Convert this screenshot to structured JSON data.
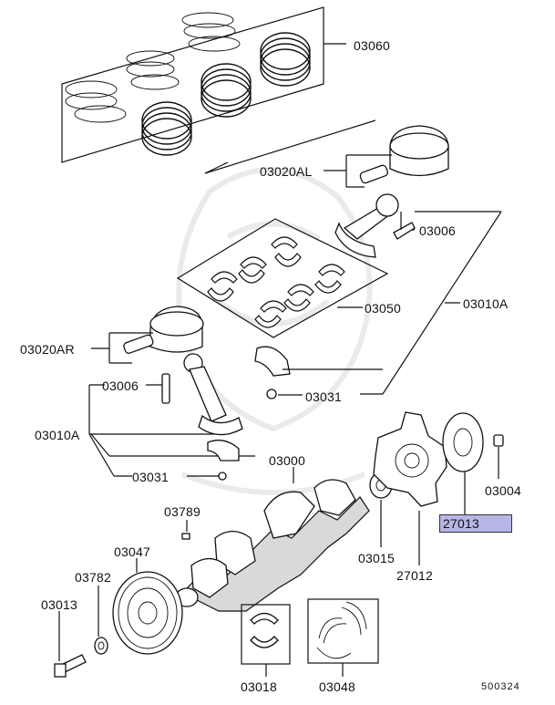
{
  "diagram": {
    "labels": {
      "p03060": "03060",
      "p03020AL": "03020AL",
      "p03006_top": "03006",
      "p03010A_right": "03010A",
      "p03050": "03050",
      "p03020AR": "03020AR",
      "p03031_mid": "03031",
      "p03006_left": "03006",
      "p03010A_left": "03010A",
      "p03000": "03000",
      "p03004": "03004",
      "p27013": "27013",
      "p03031_low": "03031",
      "p03789": "03789",
      "p03047": "03047",
      "p03015": "03015",
      "p27012": "27012",
      "p03782": "03782",
      "p03013": "03013",
      "p03018": "03018",
      "p03048": "03048",
      "ref": "500324"
    },
    "highlight_color": "#b7b6e6"
  }
}
